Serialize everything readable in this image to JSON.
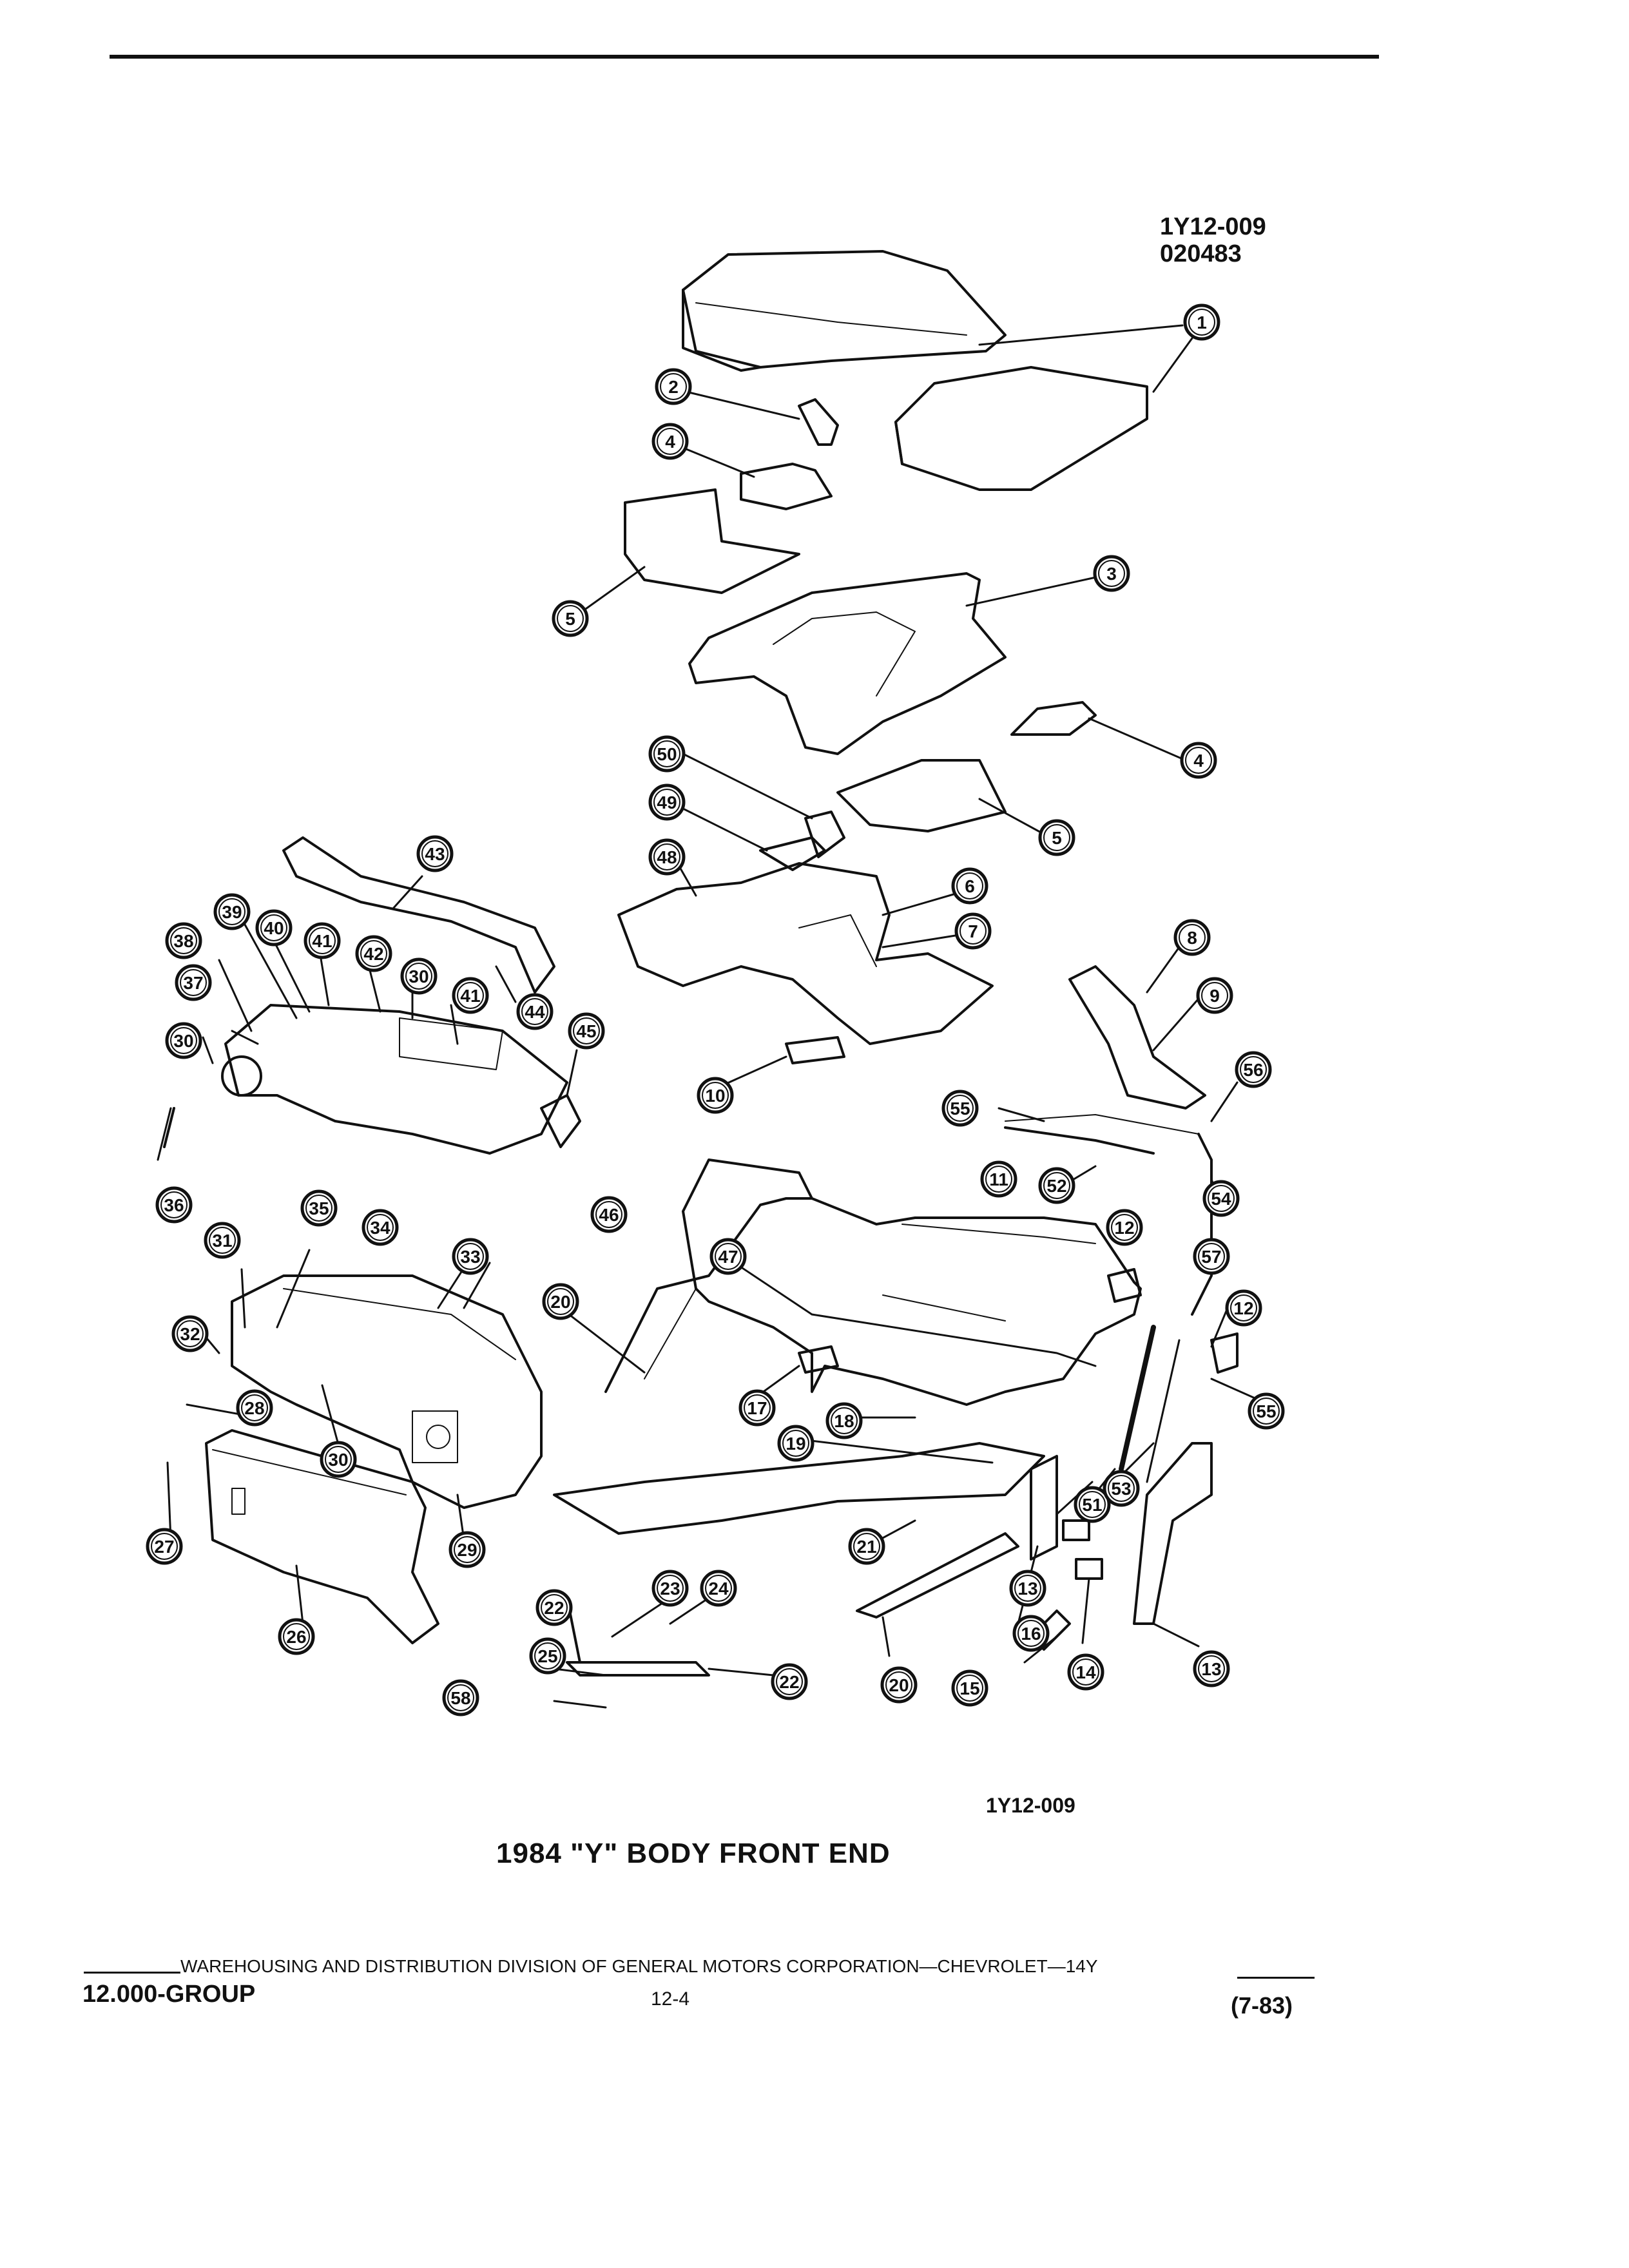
{
  "figure": {
    "code_top": "1Y12-009",
    "date_code": "020483",
    "code_bottom": "1Y12-009",
    "caption": "1984 \"Y\" BODY FRONT END"
  },
  "footer": {
    "line": "WAREHOUSING AND DISTRIBUTION  DIVISION OF GENERAL MOTORS CORPORATION—CHEVROLET—14Y",
    "group": "12.000-GROUP",
    "page": "12-4",
    "revision": "(7-83)"
  },
  "callouts": [
    "1",
    "2",
    "3",
    "4",
    "5",
    "6",
    "7",
    "8",
    "9",
    "10",
    "11",
    "12",
    "13",
    "14",
    "15",
    "16",
    "17",
    "18",
    "19",
    "20",
    "21",
    "22",
    "23",
    "24",
    "25",
    "26",
    "27",
    "28",
    "29",
    "30",
    "31",
    "32",
    "33",
    "34",
    "35",
    "36",
    "37",
    "38",
    "39",
    "40",
    "41",
    "42",
    "43",
    "44",
    "45",
    "46",
    "47",
    "48",
    "49",
    "50",
    "51",
    "52",
    "53",
    "54",
    "55",
    "56",
    "57",
    "58"
  ]
}
